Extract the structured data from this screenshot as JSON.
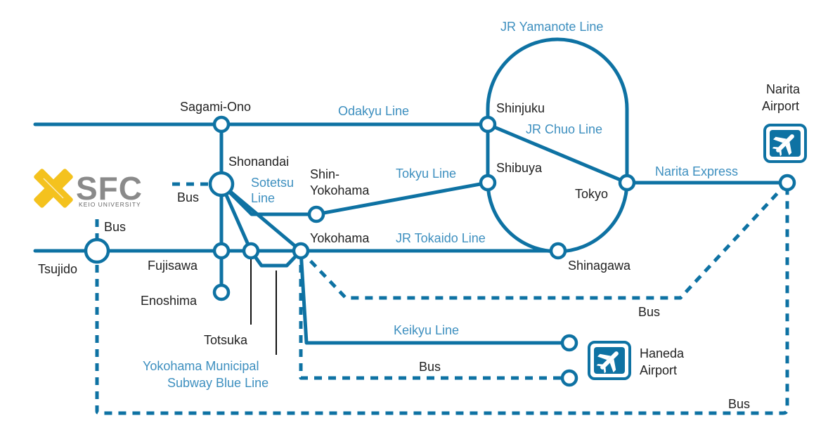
{
  "colors": {
    "line": "#0e72a3",
    "label_line": "#3d8fbf",
    "station_text": "#222222",
    "logo_yellow": "#f4c21e",
    "logo_gray": "#8a8a8a"
  },
  "logo": {
    "text": "SFC",
    "subtitle": "KEIO UNIVERSITY",
    "icon": "x-mark-icon"
  },
  "stations": {
    "sagami_ono": "Sagami-Ono",
    "shonandai": "Shonandai",
    "shin_yokohama_1": "Shin-",
    "shin_yokohama_2": "Yokohama",
    "tsujido": "Tsujido",
    "fujisawa": "Fujisawa",
    "enoshima": "Enoshima",
    "totsuka": "Totsuka",
    "yokohama": "Yokohama",
    "shinjuku": "Shinjuku",
    "shibuya": "Shibuya",
    "tokyo": "Tokyo",
    "shinagawa": "Shinagawa",
    "narita_1": "Narita",
    "narita_2": "Airport",
    "haneda_1": "Haneda",
    "haneda_2": "Airport"
  },
  "lines": {
    "yamanote": "JR Yamanote Line",
    "odakyu": "Odakyu Line",
    "chuo": "JR Chuo Line",
    "narita_express": "Narita Express",
    "sotetsu_1": "Sotetsu",
    "sotetsu_2": "Line",
    "tokyu": "Tokyu Line",
    "tokaido": "JR Tokaido Line",
    "keikyu": "Keikyu Line",
    "subway_1": "Yokohama Municipal",
    "subway_2": "Subway Blue Line"
  },
  "bus": {
    "sfc": "Bus",
    "tsujido": "Bus",
    "yokohama_narita": "Bus",
    "yokohama_haneda": "Bus",
    "tsujido_narita": "Bus"
  },
  "icons": {
    "narita": "airplane-icon",
    "haneda": "airplane-icon"
  }
}
